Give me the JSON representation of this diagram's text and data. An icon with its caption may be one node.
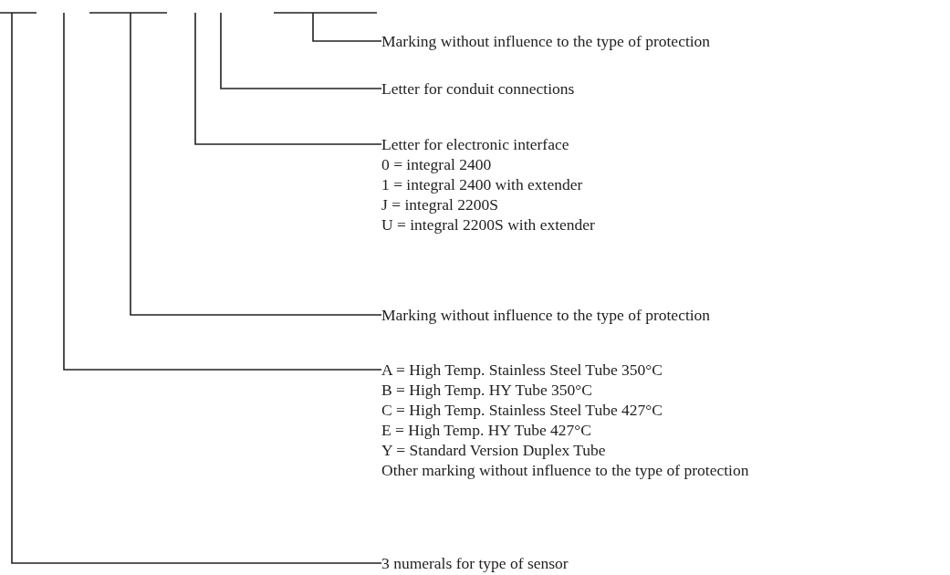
{
  "diagram": {
    "nodes": [
      {
        "text": [
          "Marking without influence to the type of protection"
        ]
      },
      {
        "text": [
          "Letter for conduit connections"
        ]
      },
      {
        "text": [
          "Letter for electronic interface",
          "0 = integral 2400",
          "1 = integral 2400 with extender",
          "J = integral 2200S",
          "U = integral 2200S with extender"
        ]
      },
      {
        "text": [
          "Marking without influence to the type of protection"
        ]
      },
      {
        "text": [
          "A = High Temp. Stainless Steel Tube 350°C",
          "B = High Temp. HY Tube 350°C",
          "C = High Temp. Stainless Steel Tube 427°C",
          "E = High Temp. HY Tube 427°C",
          "Y = Standard Version Duplex Tube",
          "Other marking without influence to the type of protection"
        ]
      },
      {
        "text": [
          "3 numerals for type of sensor"
        ]
      }
    ],
    "edges": [
      {
        "from": null,
        "to": 0,
        "arrow": "none"
      },
      {
        "from": null,
        "to": 1,
        "arrow": "none"
      },
      {
        "from": null,
        "to": 2,
        "arrow": "none"
      },
      {
        "from": null,
        "to": 3,
        "arrow": "none"
      },
      {
        "from": null,
        "to": 4,
        "arrow": "none"
      },
      {
        "from": null,
        "to": 5,
        "arrow": "none"
      }
    ]
  }
}
